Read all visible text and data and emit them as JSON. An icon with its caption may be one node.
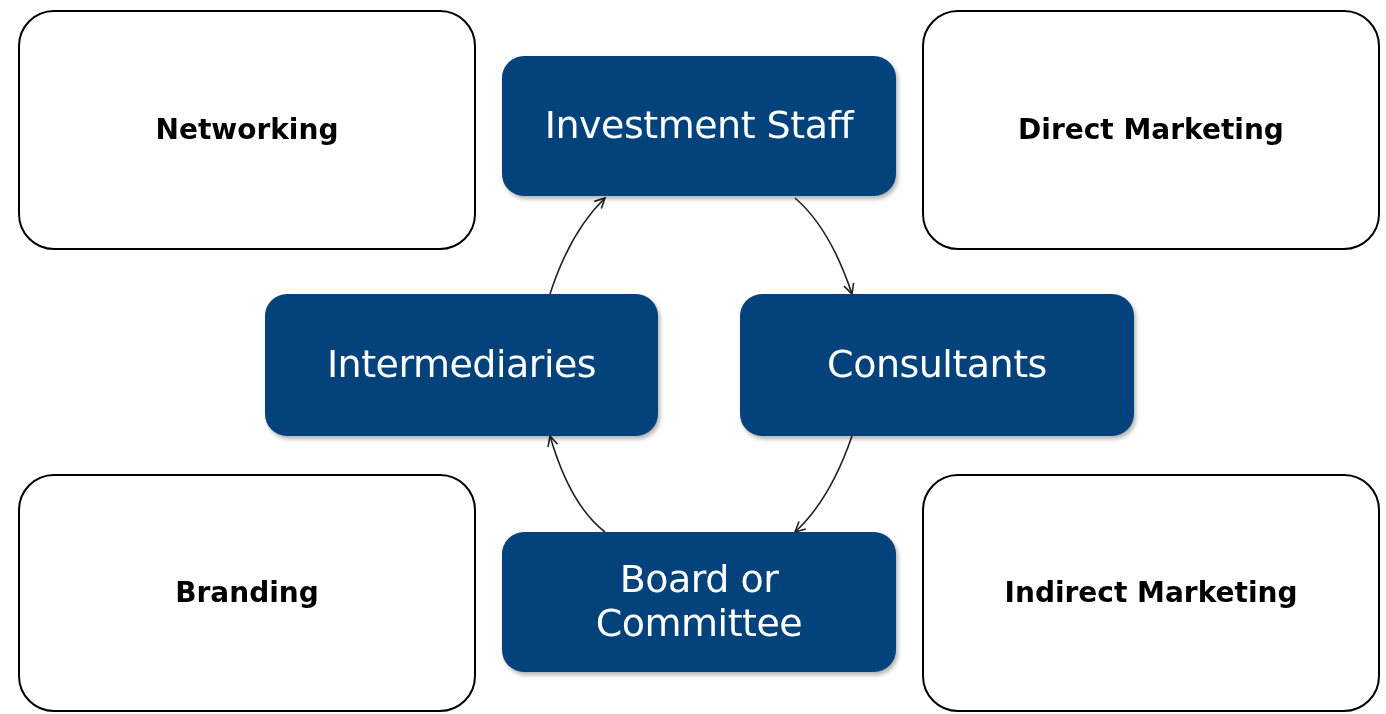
{
  "diagram": {
    "nodes": [
      {
        "text": [
          "Networking"
        ]
      },
      {
        "text": [
          "Investment Staff"
        ]
      },
      {
        "text": [
          "Direct Marketing"
        ]
      },
      {
        "text": [
          "Intermediaries"
        ]
      },
      {
        "text": [
          "Consultants"
        ]
      },
      {
        "text": [
          "Branding"
        ]
      },
      {
        "text": [
          "Board or Committee"
        ]
      },
      {
        "text": [
          "Indirect Marketing"
        ]
      }
    ],
    "edges": [
      {
        "from": 3,
        "to": 1,
        "arrow": "to"
      },
      {
        "from": 1,
        "to": 4,
        "arrow": "to"
      },
      {
        "from": 4,
        "to": 6,
        "arrow": "to"
      },
      {
        "from": 6,
        "to": 3,
        "arrow": "to"
      }
    ]
  }
}
